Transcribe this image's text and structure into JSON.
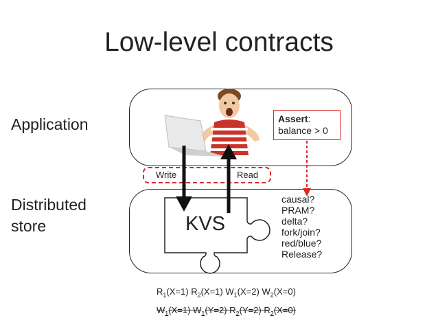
{
  "title": "Low-level contracts",
  "layers": {
    "application_label": "Application",
    "store_label_line1": "Distributed",
    "store_label_line2": "store"
  },
  "assert": {
    "keyword": "Assert",
    "colon": ":",
    "condition": "balance > 0"
  },
  "channel": {
    "write_label": "Write",
    "read_label": "Read"
  },
  "kvs_label": "KVS",
  "consistency_models": [
    "causal?",
    "PRAM?",
    "delta?",
    "fork/join?",
    "red/blue?",
    "Release?"
  ],
  "histories": [
    {
      "struck": false,
      "ops": [
        {
          "op": "R",
          "sub": "1",
          "args": "(X=1)"
        },
        {
          "op": "R",
          "sub": "2",
          "args": "(X=1)"
        },
        {
          "op": "W",
          "sub": "1",
          "args": "(X=2)"
        },
        {
          "op": "W",
          "sub": "2",
          "args": "(X=0)"
        }
      ]
    },
    {
      "struck": true,
      "ops": [
        {
          "op": "W",
          "sub": "1",
          "args": "(X=1)"
        },
        {
          "op": "W",
          "sub": "1",
          "args": "(Y=2)"
        },
        {
          "op": "R",
          "sub": "2",
          "args": "(Y=2)"
        },
        {
          "op": "R",
          "sub": "2",
          "args": "(X=0)"
        }
      ]
    }
  ],
  "colors": {
    "accent_red": "#d42a2a",
    "text": "#222222",
    "border": "#222222"
  },
  "icons": {
    "photo": "child-at-laptop-photo",
    "puzzle": "puzzle-piece-icon"
  }
}
